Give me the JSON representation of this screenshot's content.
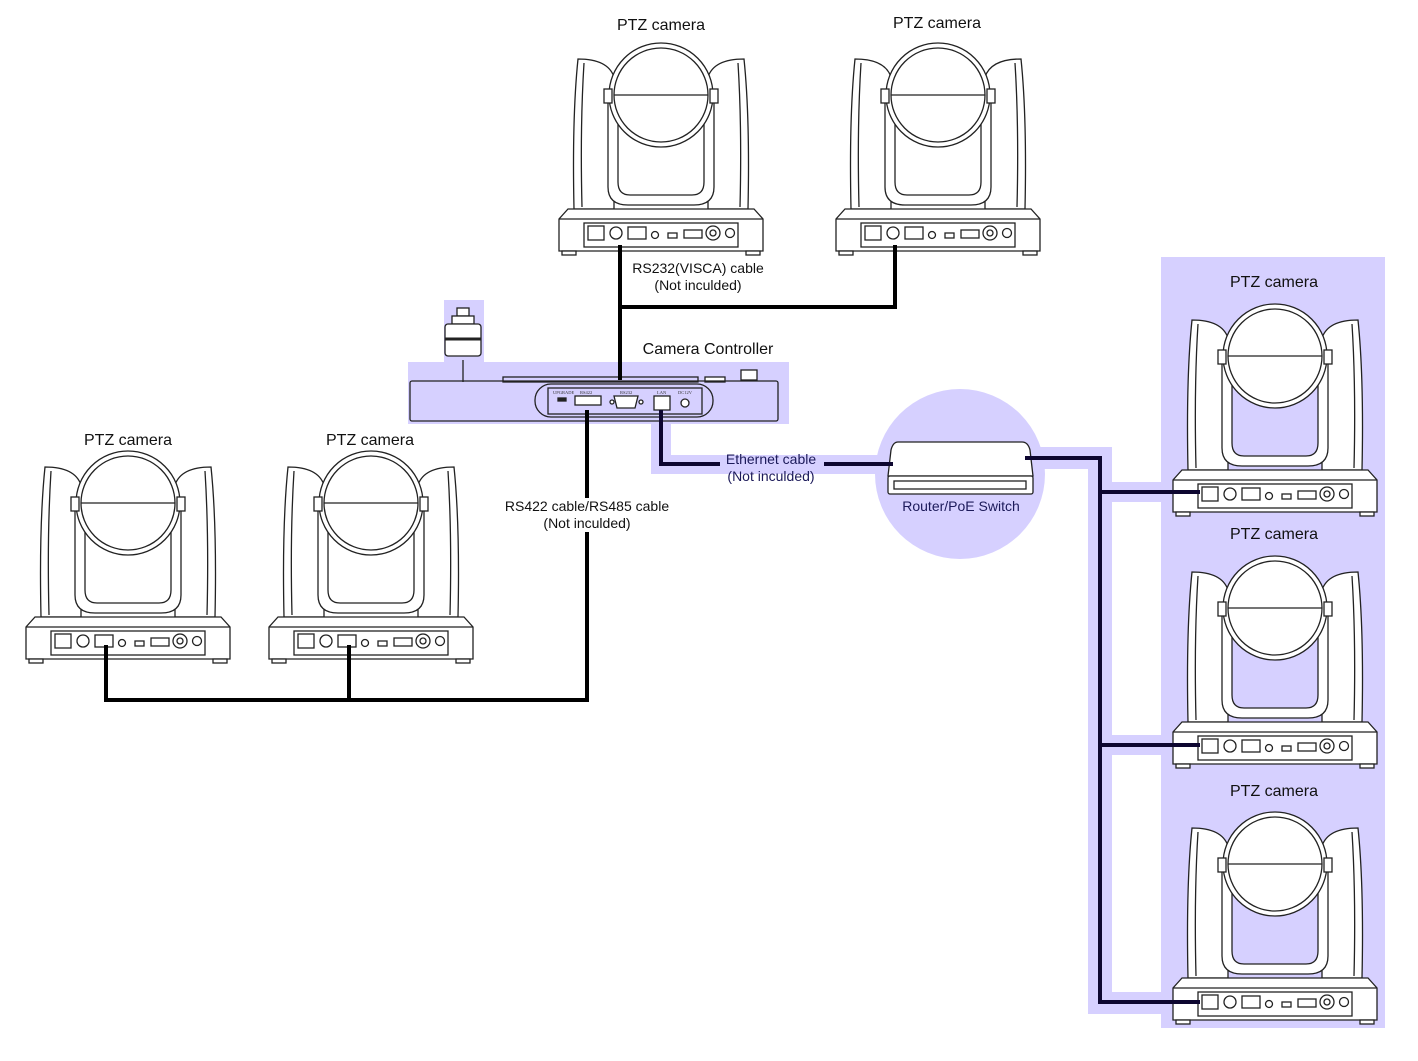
{
  "colors": {
    "highlight": "#d6d0ff",
    "cable": "#000000",
    "ethernet_cable": "#0d0630"
  },
  "cameras": [
    {
      "label": "PTZ camera"
    },
    {
      "label": "PTZ camera"
    },
    {
      "label": "PTZ camera"
    },
    {
      "label": "PTZ camera"
    },
    {
      "label": "PTZ camera"
    },
    {
      "label": "PTZ camera"
    },
    {
      "label": "PTZ camera"
    }
  ],
  "controller": {
    "label": "Camera Controller",
    "ports": [
      "UPGRADE",
      "RS422",
      "RS232",
      "LAN",
      "DC12V"
    ]
  },
  "switch": {
    "label": "Router/PoE Switch"
  },
  "cables": {
    "rs232": {
      "line1": "RS232(VISCA) cable",
      "line2": "(Not inculded)"
    },
    "rs422": {
      "line1": "RS422 cable/RS485 cable",
      "line2": "(Not inculded)"
    },
    "ethernet": {
      "line1": "Ethernet cable",
      "line2": "(Not inculded)"
    }
  }
}
